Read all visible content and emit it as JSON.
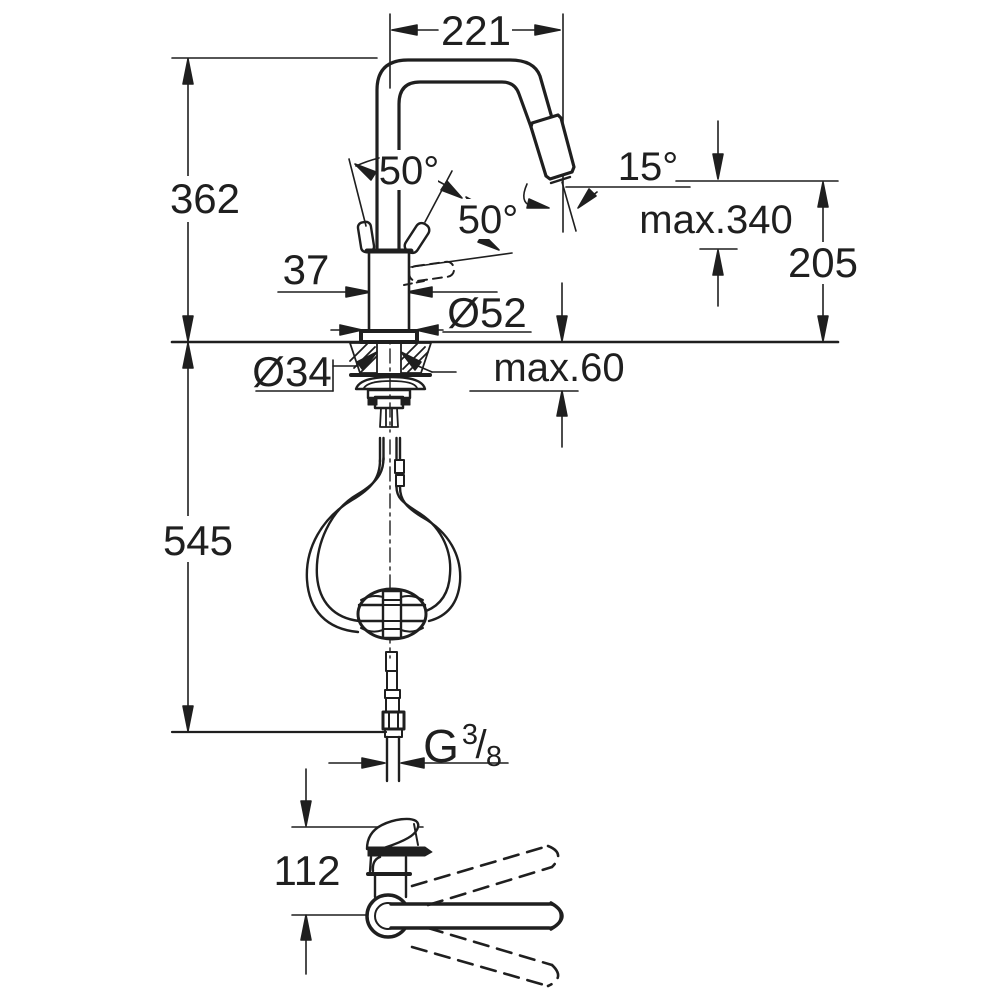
{
  "meta": {
    "drawing_type": "technical dimension drawing",
    "subject": "kitchen faucet with pull-out spray, front view and top view"
  },
  "colors": {
    "background": "#ffffff",
    "line": "#1f1f1f"
  },
  "labels": {
    "spout_reach": "221",
    "spout_height": "362",
    "handle_swing": "50°",
    "handle_swing_front": "50°",
    "spray_tilt": "15°",
    "max_height": "max.340",
    "outlet_height": "205",
    "body_width": "37",
    "base_diameter": "Ø52",
    "max_counter_thickness": "max.60",
    "hole_diameter": "Ø34",
    "below_counter_length": "545",
    "top_view_height": "112",
    "thread": {
      "prefix": "G",
      "numerator": "3",
      "slash": "/",
      "denominator": "8"
    }
  }
}
